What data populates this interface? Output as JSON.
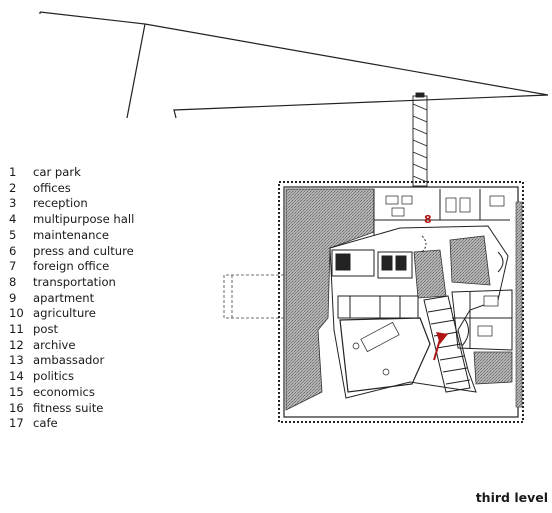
{
  "legend": [
    {
      "num": "1",
      "label": "car park"
    },
    {
      "num": "2",
      "label": "offices"
    },
    {
      "num": "3",
      "label": "reception"
    },
    {
      "num": "4",
      "label": "multipurpose hall"
    },
    {
      "num": "5",
      "label": "maintenance"
    },
    {
      "num": "6",
      "label": "press and culture"
    },
    {
      "num": "7",
      "label": "foreign office"
    },
    {
      "num": "8",
      "label": "transportation"
    },
    {
      "num": "9",
      "label": "apartment"
    },
    {
      "num": "10",
      "label": "agriculture"
    },
    {
      "num": "11",
      "label": "post"
    },
    {
      "num": "12",
      "label": "archive"
    },
    {
      "num": "13",
      "label": "ambassador"
    },
    {
      "num": "14",
      "label": "politics"
    },
    {
      "num": "15",
      "label": "economics"
    },
    {
      "num": "16",
      "label": "fitness suite"
    },
    {
      "num": "17",
      "label": "cafe"
    }
  ],
  "plan": {
    "room_number": "8",
    "caption": "third level"
  },
  "colors": {
    "hatch": "#9a9a9a",
    "line": "#222222",
    "accent": "#b01515"
  }
}
